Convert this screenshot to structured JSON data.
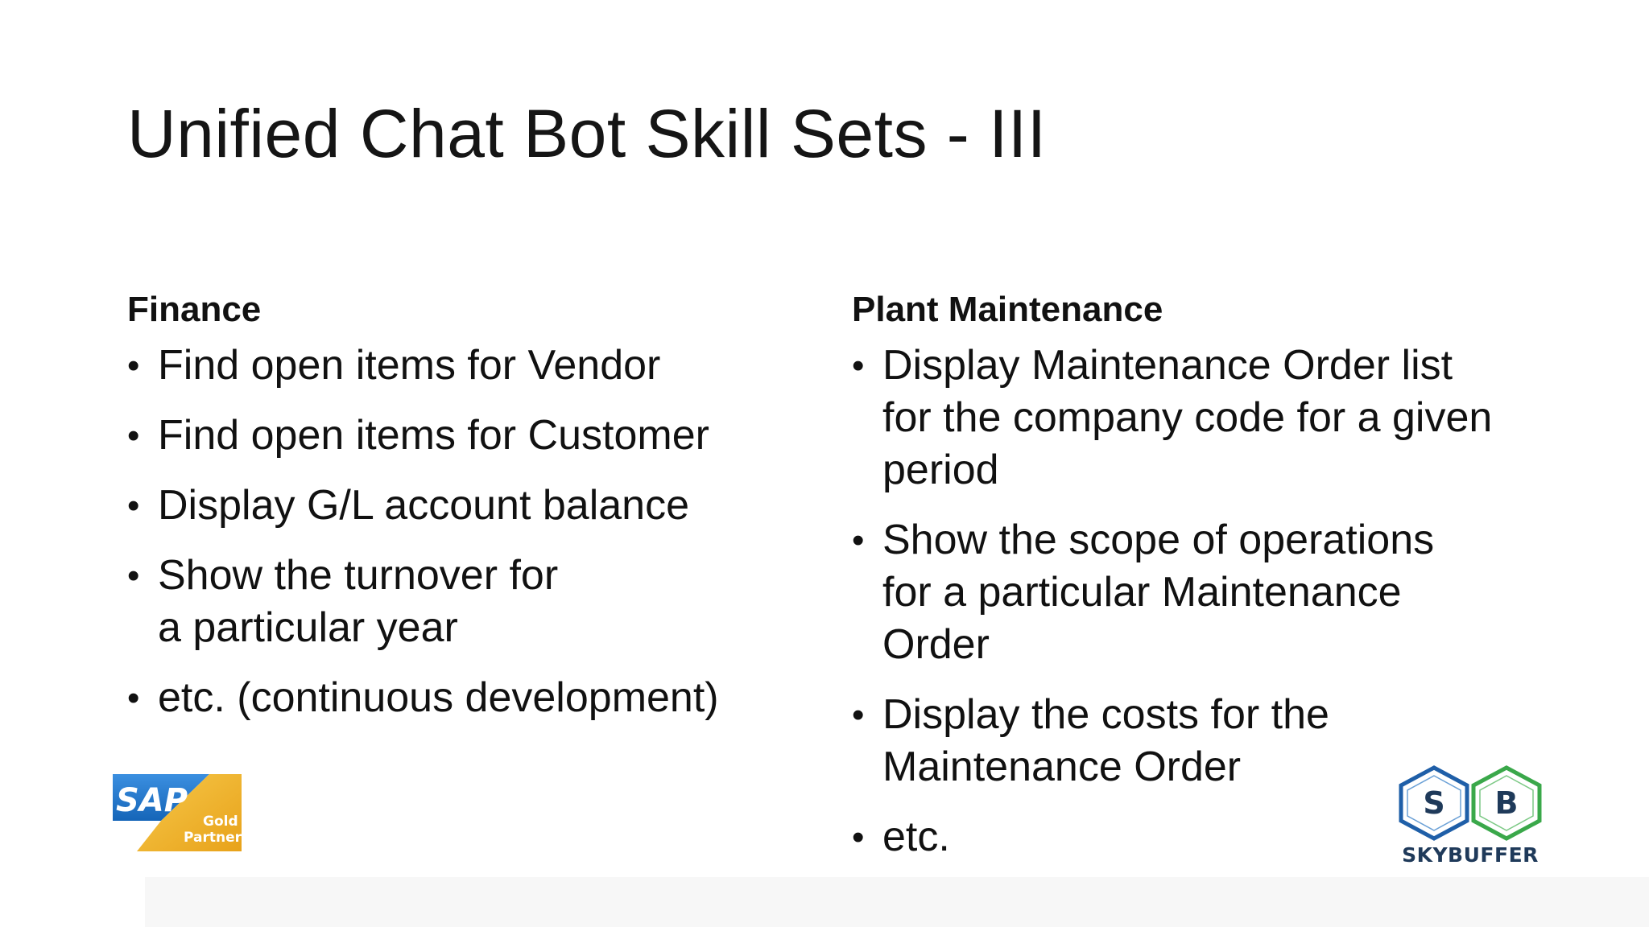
{
  "slide": {
    "title": "Unified Chat Bot Skill Sets - III",
    "left": {
      "heading": "Finance",
      "items": [
        "Find open items for Vendor",
        "Find open items for Customer",
        "Display G/L account balance",
        "Show the turnover for\na particular year",
        "etc. (continuous development)"
      ]
    },
    "right": {
      "heading": "Plant Maintenance",
      "items": [
        "Display Maintenance Order list\nfor the company code for a given\nperiod",
        "Show the scope of operations\nfor a particular Maintenance\nOrder",
        "Display the costs for the\nMaintenance Order",
        "etc."
      ]
    },
    "bullet_glyph": "•"
  },
  "logos": {
    "sap": {
      "text": "SAP",
      "badge_line1": "Gold",
      "badge_line2": "Partner",
      "blue": "#1a73c8",
      "gold": "#f0b323"
    },
    "skybuffer": {
      "name": "SKYBUFFER",
      "letter1": "S",
      "letter2": "B",
      "blue": "#1f5fa8",
      "green": "#3aa84a"
    }
  }
}
